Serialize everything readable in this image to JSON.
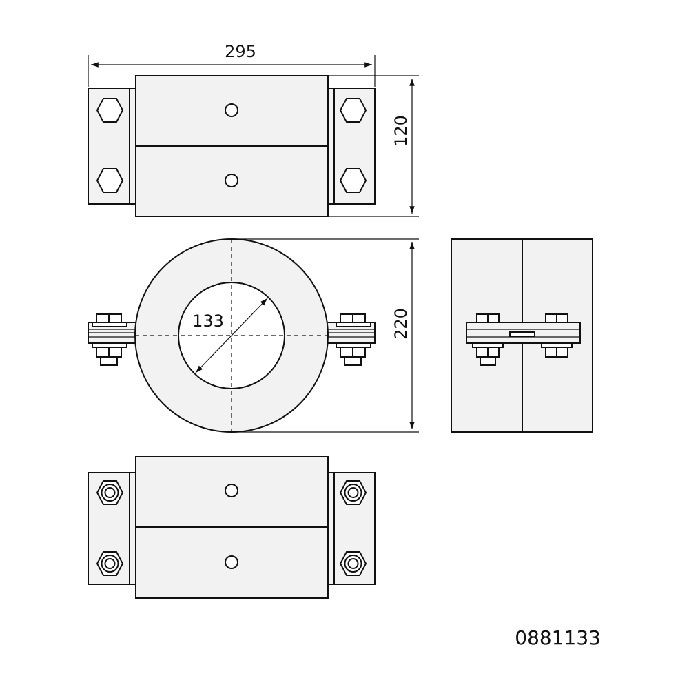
{
  "dimensions": {
    "width": "295",
    "height_top": "120",
    "height_front": "220",
    "inner_diameter": "133"
  },
  "part_number": "0881133",
  "colors": {
    "stroke": "#111111",
    "body_fill": "#f2f2f2",
    "background": "#ffffff"
  }
}
